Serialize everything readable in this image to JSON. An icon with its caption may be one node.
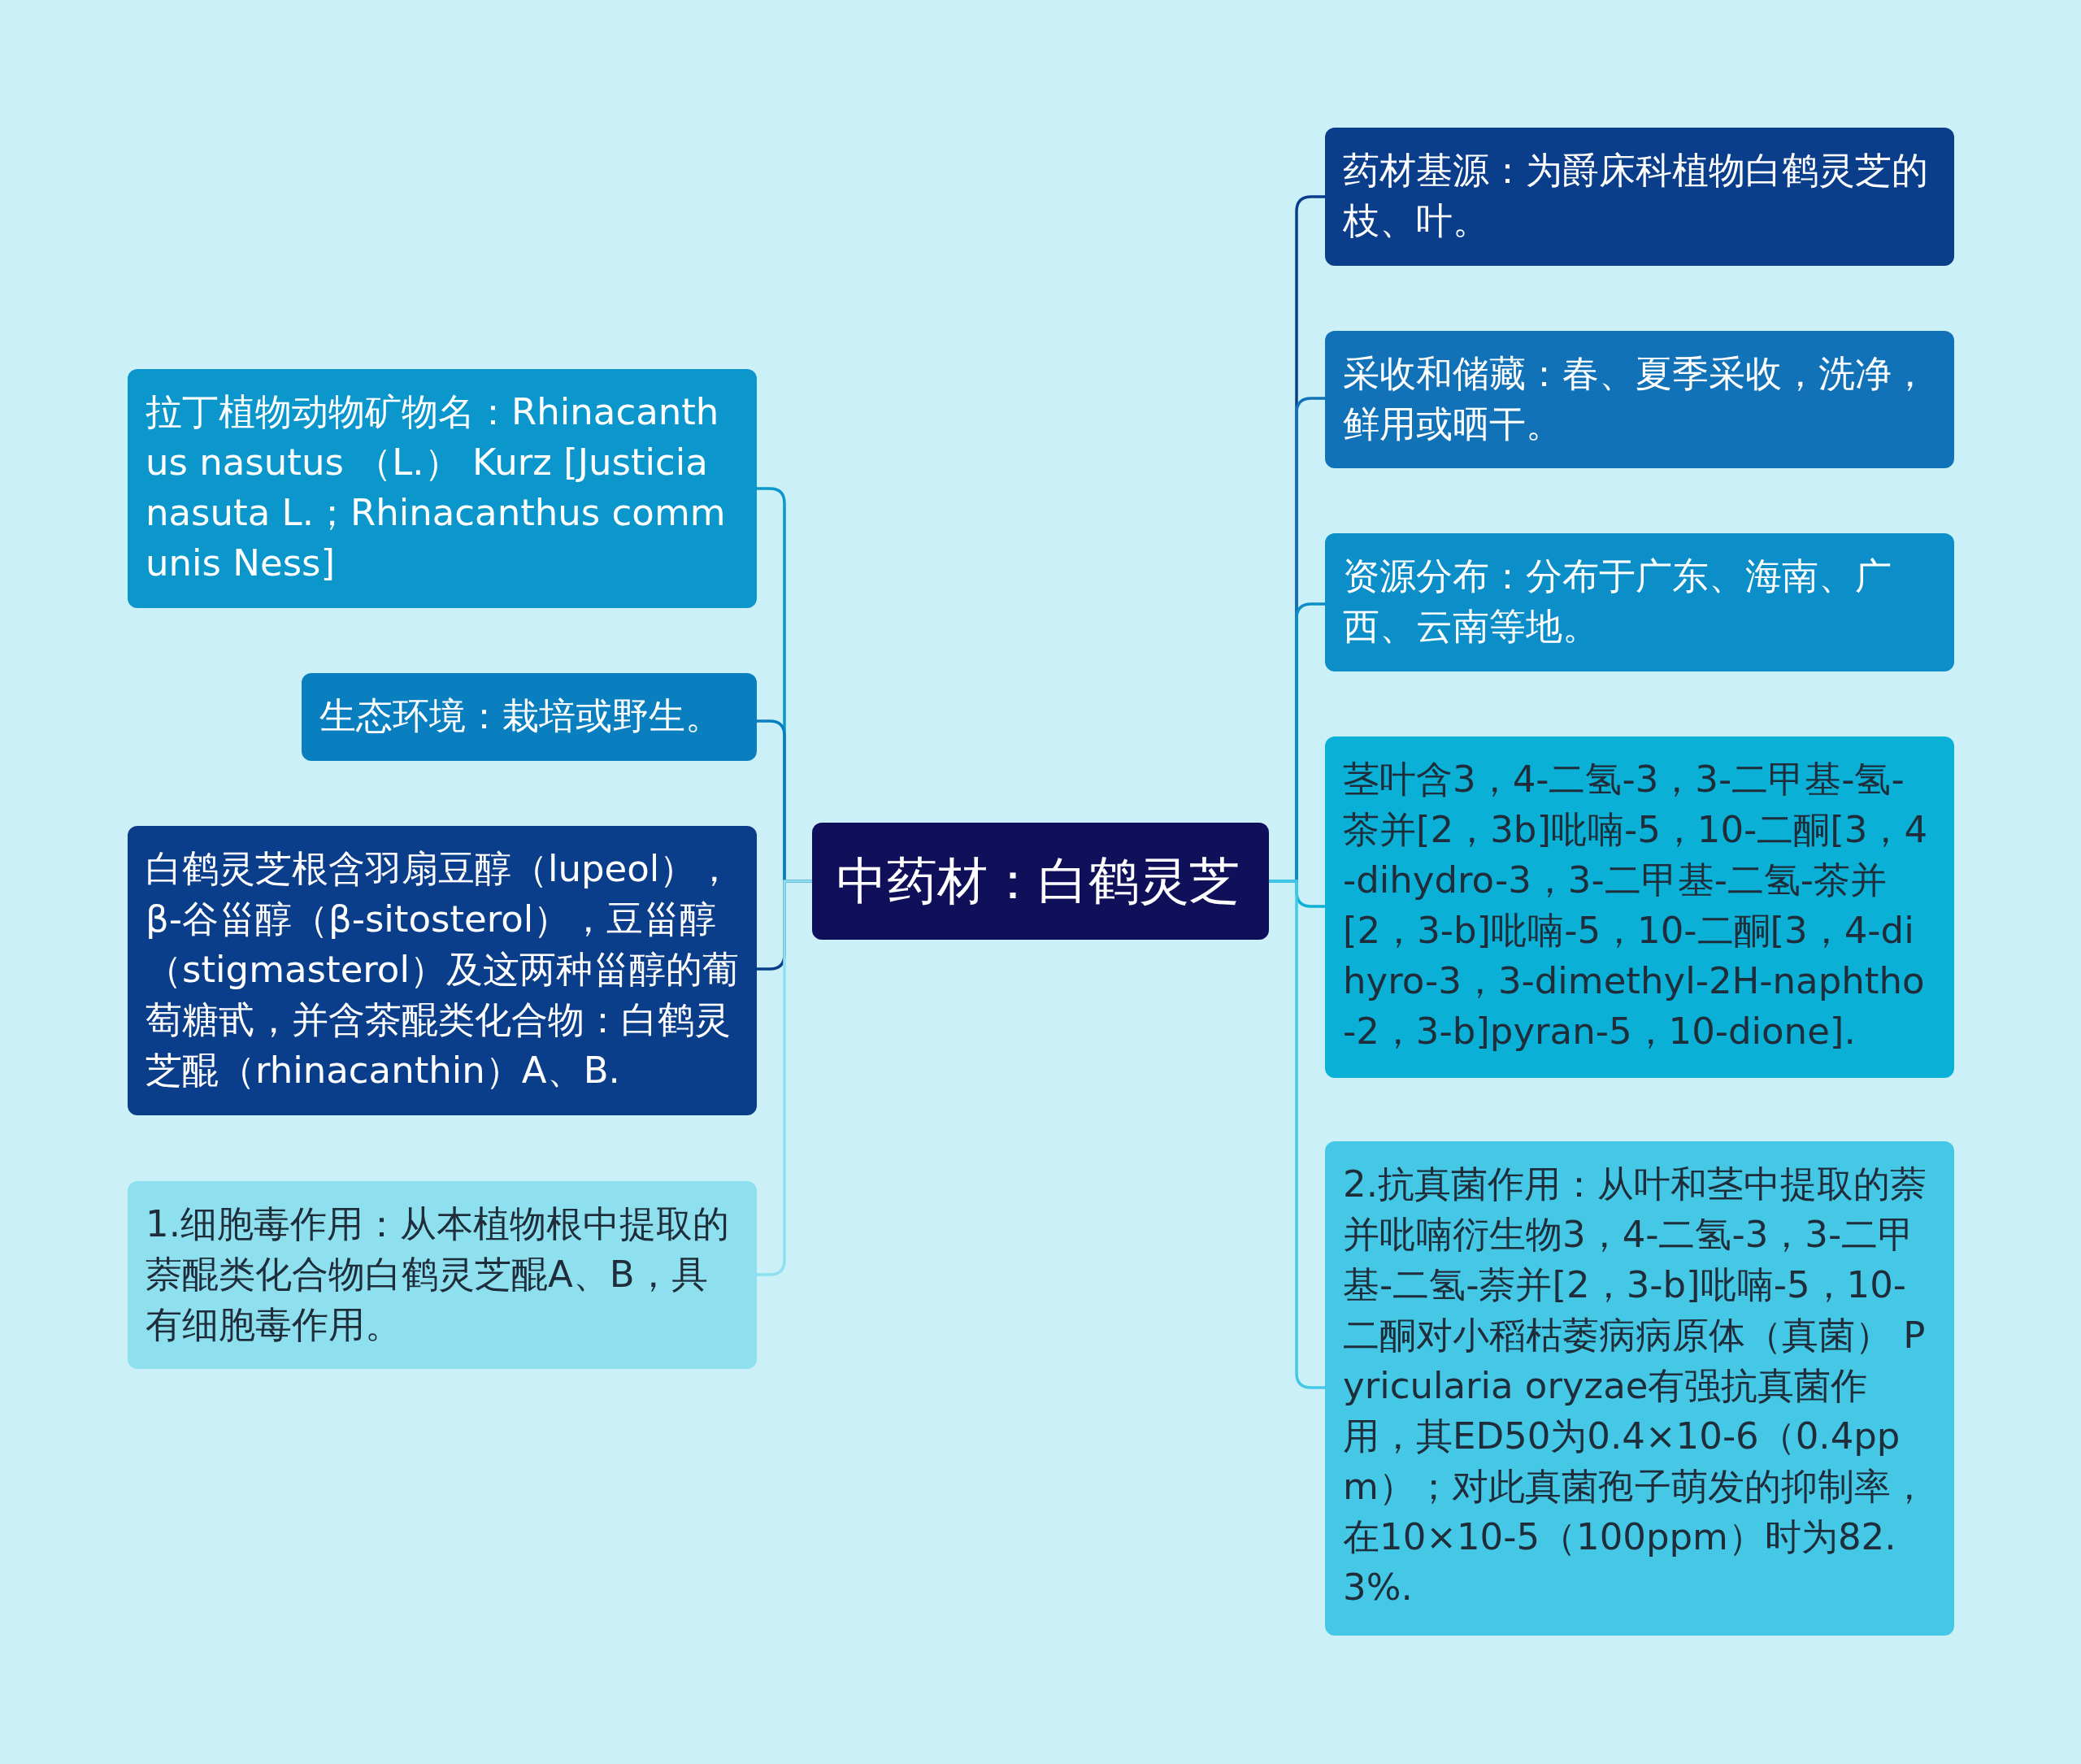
{
  "diagram": {
    "nodes": [
      {
        "text": [
          "中药材：白鹤灵芝"
        ]
      },
      {
        "text": [
          "药材基源：为爵床科植物白鹤灵芝的枝、叶。"
        ]
      },
      {
        "text": [
          "采收和储藏：春、夏季采收，洗净，鲜用或晒干。"
        ]
      },
      {
        "text": [
          "资源分布：分布于广东、海南、广西、云南等地。"
        ]
      },
      {
        "text": [
          "茎叶含3，4-二氢-3，3-二甲基-氢-茶并[2，3b]吡喃-5，10-二酮[3，4-dihydro-3，3-二甲基-二氢-茶并[2，3-b]吡喃-5，10-二酮[3，4-dihyro-3，3-dimethyl-2H-naphtho-2，3-b]pyran-5，10-dione]."
        ]
      },
      {
        "text": [
          "2.抗真菌作用：从叶和茎中提取的萘并吡喃衍生物3，4-二氢-3，3-二甲基-二氢-萘并[2，3-b]吡喃-5，10-二酮对小稻枯萎病病原体（真菌） Pyricularia oryzae有强抗真菌作用，其ED50为0.4×10-6（0.4ppm）；对此真菌孢子萌发的抑制率，在10×10-5（100ppm）时为82.3%."
        ]
      },
      {
        "text": [
          "拉丁植物动物矿物名：Rhinacanthus nasutus （L.） Kurz [Justicia nasuta L.；Rhinacanthus communis Ness]"
        ]
      },
      {
        "text": [
          "生态环境：栽培或野生。"
        ]
      },
      {
        "text": [
          "白鹤灵芝根含羽扇豆醇（lupeol），β-谷甾醇（β-sitosterol），豆甾醇（stigmasterol）及这两种甾醇的葡萄糖甙，并含茶醌类化合物：白鹤灵芝醌（rhinacanthin）A、B."
        ]
      },
      {
        "text": [
          "1.细胞毒作用：从本植物根中提取的萘醌类化合物白鹤灵芝醌A、B，具有细胞毒作用。"
        ]
      }
    ],
    "edges": [
      {
        "from": 0,
        "to": 1,
        "arrow": "none",
        "color": "#0a3d8a"
      },
      {
        "from": 0,
        "to": 2,
        "arrow": "none",
        "color": "#1272b8"
      },
      {
        "from": 0,
        "to": 3,
        "arrow": "none",
        "color": "#0c8fc8"
      },
      {
        "from": 0,
        "to": 4,
        "arrow": "none",
        "color": "#0ab0d6"
      },
      {
        "from": 0,
        "to": 5,
        "arrow": "none",
        "color": "#45c8e6"
      },
      {
        "from": 0,
        "to": 6,
        "arrow": "none",
        "color": "#0b96cc"
      },
      {
        "from": 0,
        "to": 7,
        "arrow": "none",
        "color": "#0a7fc0"
      },
      {
        "from": 0,
        "to": 8,
        "arrow": "none",
        "color": "#0a3d8a"
      },
      {
        "from": 0,
        "to": 9,
        "arrow": "none",
        "color": "#8ee0ef"
      }
    ]
  }
}
